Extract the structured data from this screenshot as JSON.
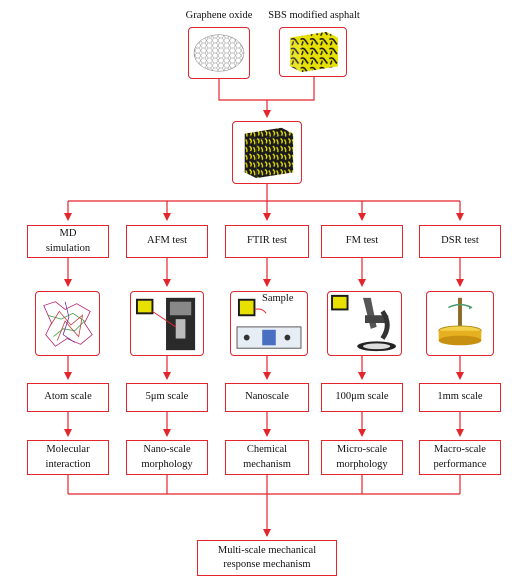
{
  "top_labels": {
    "graphene_oxide": "Graphene oxide",
    "sbs_asphalt": "SBS modified asphalt"
  },
  "methods": [
    {
      "test": "MD\nsimulation",
      "scale": "Atom scale",
      "outcome": "Molecular\ninteraction"
    },
    {
      "test": "AFM test",
      "scale": "5μm scale",
      "outcome": "Nano-scale\nmorphology"
    },
    {
      "test": "FTIR test",
      "scale": "Nanoscale",
      "outcome": "Chemical\nmechanism"
    },
    {
      "test": "FM test",
      "scale": "100μm scale",
      "outcome": "Micro-scale\nmorphology"
    },
    {
      "test": "DSR test",
      "scale": "1mm scale",
      "outcome": "Macro-scale\nperformance"
    }
  ],
  "ftir_sample_label": "Sample",
  "final": "Multi-scale mechanical\nresponse mechanism",
  "colors": {
    "line": "#e4252c",
    "asphalt_yellow": "#e8e000",
    "asphalt_dark": "#1a1a1a"
  }
}
